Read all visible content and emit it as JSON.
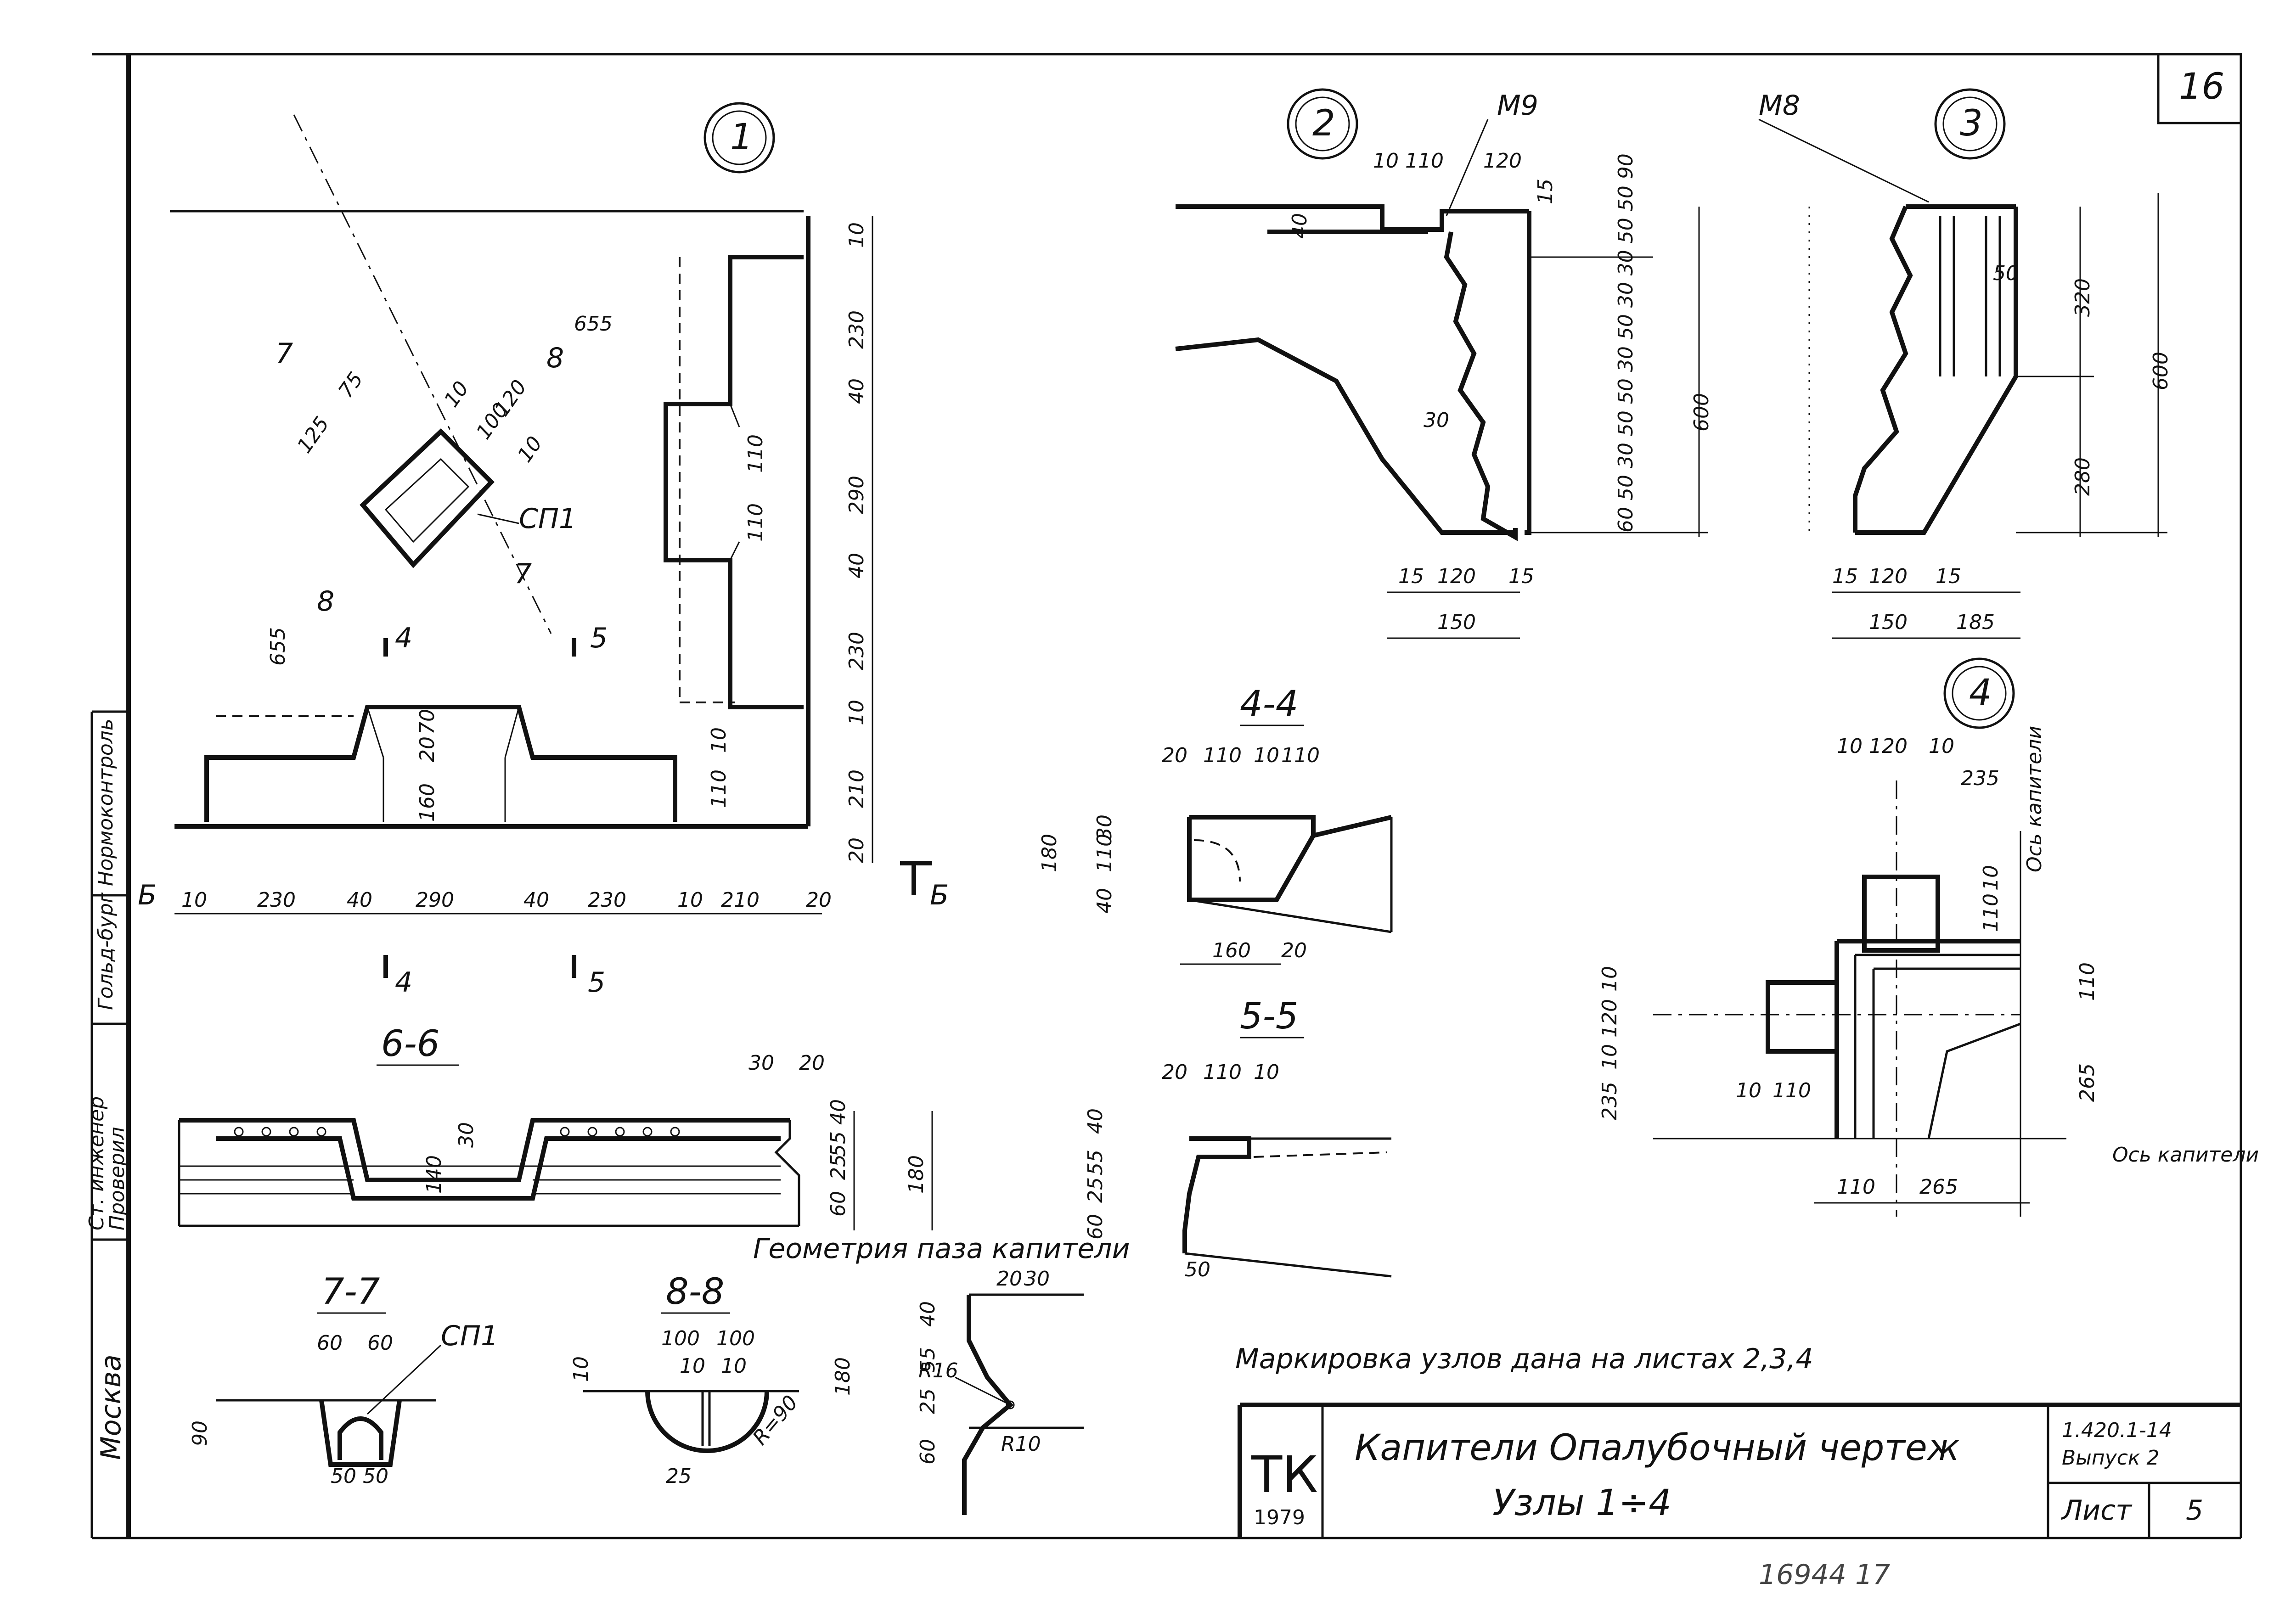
{
  "sheet": {
    "sheet_number_corner": "16",
    "title_line1": "Капители Опалубочный чертеж",
    "title_line2": "Узлы 1÷4",
    "series": "1.420.1-14",
    "issue": "Выпуск 2",
    "sheet_label": "Лист",
    "sheet_number": "5",
    "logo_letters": "ТК",
    "logo_year": "1979",
    "note": "Маркировка узлов дана на листах 2,3,4",
    "bottom_stamp": "16944 17"
  },
  "side_stamp": {
    "city": "Москва",
    "role1": "Ст. инженер",
    "role2": "Проверил",
    "signature1": "Гольд-бург",
    "role3": "Нормоконтроль"
  },
  "nodes": {
    "n1": "1",
    "n2": "2",
    "n3": "3",
    "n4": "4"
  },
  "labels": {
    "m9": "М9",
    "m8": "М8",
    "sp1": "СП1",
    "sp1_b": "СП1",
    "sec_44": "4-4",
    "sec_55": "5-5",
    "sec_66": "6-6",
    "sec_77": "7-7",
    "sec_88": "8-8",
    "groove_geometry": "Геометрия паза капители",
    "cap_axis": "Ось капители",
    "cap_axis_bottom": "Ось капители",
    "cut7": "7",
    "cut8": "8",
    "cut4": "4",
    "cut5": "5",
    "cutB": "Б",
    "r16": "R16",
    "r10": "R10",
    "r90": "R=90"
  },
  "dims_node1": {
    "d655_top": "655",
    "d655_left": "655",
    "d75": "75",
    "d125": "125",
    "d10a": "10",
    "d120": "120",
    "d100": "100",
    "d10b": "10",
    "r10a": "10",
    "r230a": "230",
    "r40a": "40",
    "r110a": "110",
    "r290": "290",
    "r110b": "110",
    "r40b": "40",
    "r230b": "230",
    "r10b": "10",
    "r210": "210",
    "r20": "20",
    "b10": "10",
    "b230a": "230",
    "b40a": "40",
    "b290": "290",
    "b40b": "40",
    "b230b": "230",
    "b10b": "10",
    "b210": "210",
    "b20": "20",
    "i70": "70",
    "i20": "20",
    "i160": "160",
    "i10": "10",
    "i110": "110"
  },
  "dims_node2": {
    "t10": "10",
    "t110": "110",
    "t120": "120",
    "t15": "15",
    "l40": "40",
    "l30": "30",
    "r600": "600",
    "stack": "60 50 30 50 50 30 50 30 30 50 50 90",
    "b15a": "15",
    "b120": "120",
    "b15b": "15",
    "b150": "150"
  },
  "dims_node3": {
    "d50": "50",
    "d320": "320",
    "d280": "280",
    "d600": "600",
    "b15a": "15",
    "b120": "120",
    "b15b": "15",
    "b150": "150",
    "b185": "185"
  },
  "dims_node4": {
    "t10a": "10",
    "t120": "120",
    "t10b": "10",
    "t235": "235",
    "v10": "10",
    "v110": "110",
    "r110": "110",
    "r265": "265",
    "l10": "10",
    "l120": "120",
    "l10b": "10",
    "l235": "235",
    "m10": "10",
    "m110": "110",
    "b110": "110",
    "b265": "265"
  },
  "dims_44": {
    "t20": "20",
    "t110a": "110",
    "t10": "10",
    "t110b": "110",
    "l180": "180",
    "l30": "30",
    "l110": "110",
    "l40": "40",
    "b160": "160",
    "b20": "20"
  },
  "dims_55": {
    "t20": "20",
    "t110": "110",
    "t10": "10",
    "l40": "40",
    "l55": "55",
    "l25": "25",
    "l60": "60",
    "b50": "50"
  },
  "dims_66": {
    "t30": "30",
    "t20": "20",
    "c140": "140",
    "c30": "30",
    "r40": "40",
    "r55": "55",
    "r25": "25",
    "r60": "60",
    "r180": "180"
  },
  "dims_77": {
    "t60a": "60",
    "t60b": "60",
    "l90": "90",
    "b50a": "50",
    "b50b": "50"
  },
  "dims_88": {
    "t100a": "100",
    "t100b": "100",
    "t10a": "10",
    "t10b": "10",
    "l10": "10",
    "b25": "25"
  },
  "dims_groove": {
    "t20": "20",
    "t30": "30",
    "l40": "40",
    "l55": "55",
    "l25": "25",
    "l60": "60",
    "l180": "180"
  }
}
